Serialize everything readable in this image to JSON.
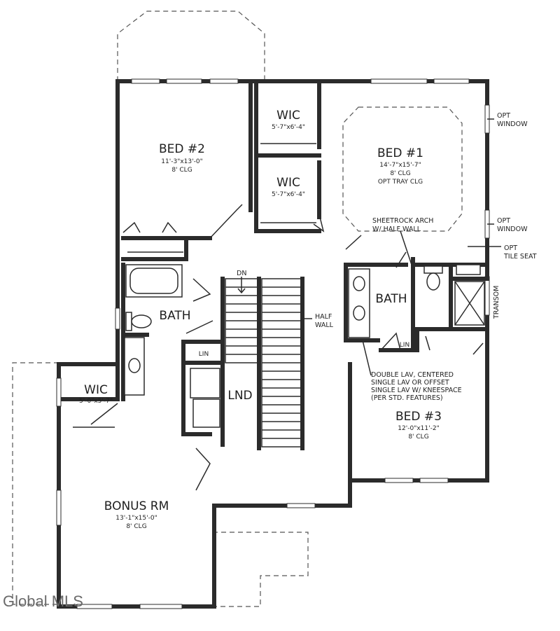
{
  "rooms": {
    "bed2": {
      "name": "BED #2",
      "dims": "11'-3\"x13'-0\"",
      "clg": "8' CLG"
    },
    "bed1": {
      "name": "BED #1",
      "dims": "14'-7\"x15'-7\"",
      "clg": "8' CLG",
      "extra": "OPT TRAY CLG"
    },
    "wic_a": {
      "name": "WIC",
      "dims": "5'-7\"x6'-4\""
    },
    "wic_b": {
      "name": "WIC",
      "dims": "5'-7\"x6'-4\""
    },
    "wic_c": {
      "name": "WIC",
      "dims": "5'-0\"x5'-7\""
    },
    "bath_hall": {
      "name": "BATH"
    },
    "bath_master": {
      "name": "BATH"
    },
    "lin_a": {
      "name": "LIN"
    },
    "lin_b": {
      "name": "LIN"
    },
    "lnd": {
      "name": "LND"
    },
    "bed3": {
      "name": "BED #3",
      "dims": "12'-0\"x11'-2\"",
      "clg": "8' CLG"
    },
    "bonus": {
      "name": "BONUS RM",
      "dims": "13'-1\"x15'-0\"",
      "clg": "8' CLG"
    }
  },
  "notes": {
    "opt_window_1": [
      "OPT",
      "WINDOW"
    ],
    "opt_window_2": [
      "OPT",
      "WINDOW"
    ],
    "sheetrock": [
      "SHEETROCK ARCH",
      "W/ HALF WALL"
    ],
    "tile_seat": [
      "OPT",
      "TILE SEAT"
    ],
    "half_wall": [
      "HALF",
      "WALL"
    ],
    "transom": "TRANSOM",
    "dn": "DN",
    "lav": [
      "DOUBLE LAV, CENTERED",
      "SINGLE LAV OR OFFSET",
      "SINGLE LAV W/ KNEESPACE",
      "(PER STD. FEATURES)"
    ]
  },
  "watermark": "Global MLS"
}
